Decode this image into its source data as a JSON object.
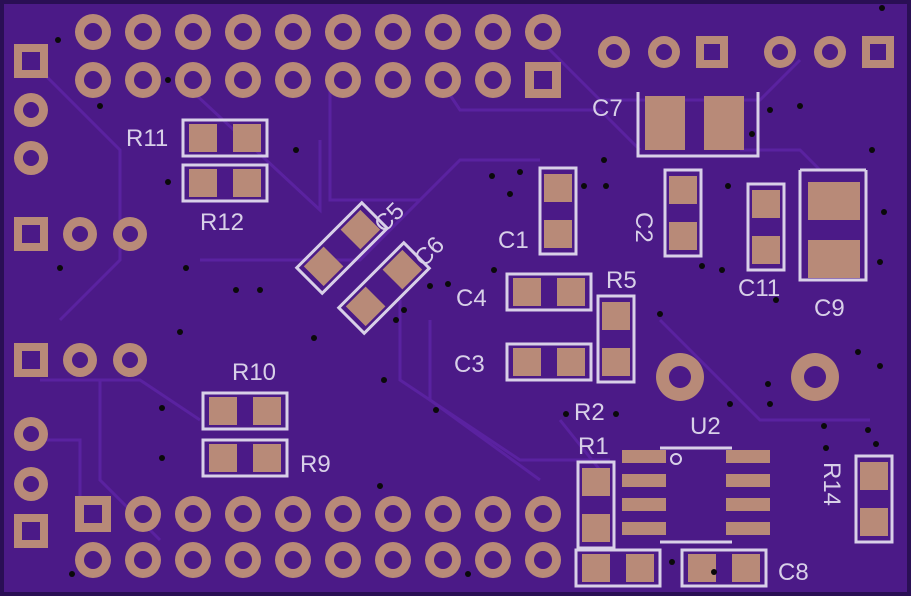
{
  "colors": {
    "board": "#4b1a87",
    "board_edge": "#2a0f55",
    "trace": "#5a22a0",
    "copper": "#b88a78",
    "silkscreen": "#d8d0e8",
    "via": "#0a0a0a"
  },
  "labels": {
    "R11": "R11",
    "R12": "R12",
    "C5": "C5",
    "C6": "C6",
    "C7": "C7",
    "C1": "C1",
    "C2": "C2",
    "C11": "C11",
    "C9": "C9",
    "C4": "C4",
    "R5": "R5",
    "C3": "C3",
    "R10": "R10",
    "R9": "R9",
    "R2": "R2",
    "R1": "R1",
    "U2": "U2",
    "R14": "R14",
    "C8": "C8"
  }
}
